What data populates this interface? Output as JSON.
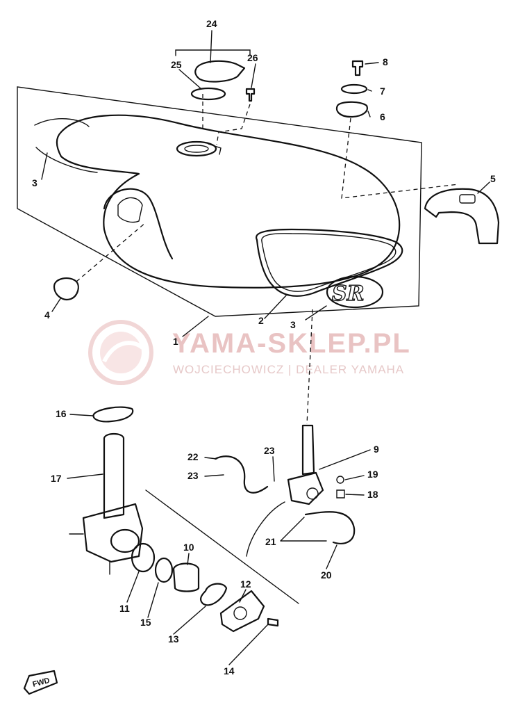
{
  "watermark": {
    "title": "YAMA-SKLEP.PL",
    "subtitle": "WOJCIECHOWICZ | DEALER YAMAHA",
    "color": "#e9c3c3"
  },
  "tank_emblem": "SR",
  "direction_marker": "FWD",
  "callouts": [
    "1",
    "2",
    "3",
    "3",
    "4",
    "5",
    "6",
    "7",
    "8",
    "9",
    "10",
    "11",
    "12",
    "13",
    "14",
    "15",
    "16",
    "17",
    "18",
    "19",
    "20",
    "21",
    "22",
    "23",
    "23",
    "24",
    "25",
    "26"
  ]
}
